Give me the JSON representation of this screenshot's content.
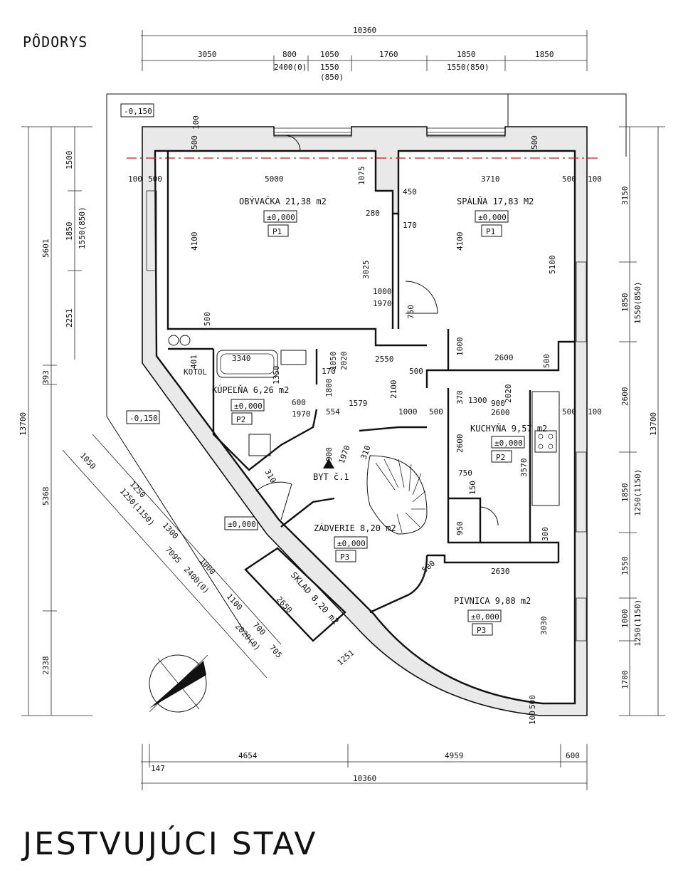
{
  "title": "PÔDORYS",
  "footer_title": "JESTVUJÚCI STAV",
  "unit_label": "BYT č.1",
  "levels": {
    "outside_north": "-0,150",
    "outside_west": "-0,150",
    "entrance": "±0,000"
  },
  "boiler_label": "KOTOL",
  "rooms": [
    {
      "name": "OBÝVAČKA 21,38 m2",
      "level": "±0,000",
      "floor": "P1"
    },
    {
      "name": "SPÁLŇA 17,83 M2",
      "level": "±0,000",
      "floor": "P1"
    },
    {
      "name": "KÚPEĽŇA 6,26 m2",
      "level": "±0,000",
      "floor": "P2"
    },
    {
      "name": "KUCHYŇA 9,57 m2",
      "level": "±0,000",
      "floor": "P2"
    },
    {
      "name": "ZÁDVERIE 8,20 m2",
      "level": "±0,000",
      "floor": "P3"
    },
    {
      "name": "SKLAD 8,20 m2",
      "level": "",
      "floor": ""
    },
    {
      "name": "PIVNICA 9,88 m2",
      "level": "±0,000",
      "floor": "P3"
    }
  ],
  "dims_top": {
    "overall": "10360",
    "segments": [
      "3050",
      "800",
      "1050",
      "1760",
      "1850",
      "1850"
    ],
    "openings": [
      "2400(0)",
      "1550",
      "(850)",
      "1550(850)"
    ]
  },
  "dims_bottom": {
    "overall": "10360",
    "segments": [
      "4654",
      "4959",
      "600"
    ],
    "offset": "147"
  },
  "dims_left": {
    "overall": "13700",
    "outer": [
      "5601",
      "393",
      "5368",
      "2338"
    ],
    "inner": [
      "1500",
      "1850",
      "1550(850)",
      "2251"
    ]
  },
  "dims_right": {
    "overall": "13700",
    "segments": [
      "3150",
      "1850",
      "1550(850)",
      "2600",
      "1850",
      "1250(1150)",
      "1550",
      "1000",
      "1250(1150)",
      "1700"
    ]
  },
  "dims_diagonal": [
    "1050",
    "1250",
    "1250(1150)",
    "1300",
    "7095",
    "1000",
    "2400(0)",
    "1100",
    "700",
    "2020(0)",
    "705"
  ],
  "dims_interior": [
    "100",
    "500",
    "5000",
    "1075",
    "450",
    "3710",
    "500",
    "100",
    "100",
    "500",
    "4100",
    "280",
    "170",
    "4100",
    "5100",
    "3025",
    "1000",
    "1970",
    "750",
    "500",
    "1000",
    "2600",
    "500",
    "401",
    "3340",
    "1350",
    "170",
    "1050",
    "2020",
    "2550",
    "500",
    "600",
    "1970",
    "1800",
    "554",
    "1579",
    "2100",
    "1000",
    "500",
    "370",
    "1300",
    "2020",
    "900",
    "2600",
    "500",
    "100",
    "900",
    "1970",
    "310",
    "2600",
    "3570",
    "750",
    "150",
    "950",
    "300",
    "310",
    "500",
    "2630",
    "3030",
    "2650",
    "1251",
    "100",
    "500",
    "500"
  ]
}
